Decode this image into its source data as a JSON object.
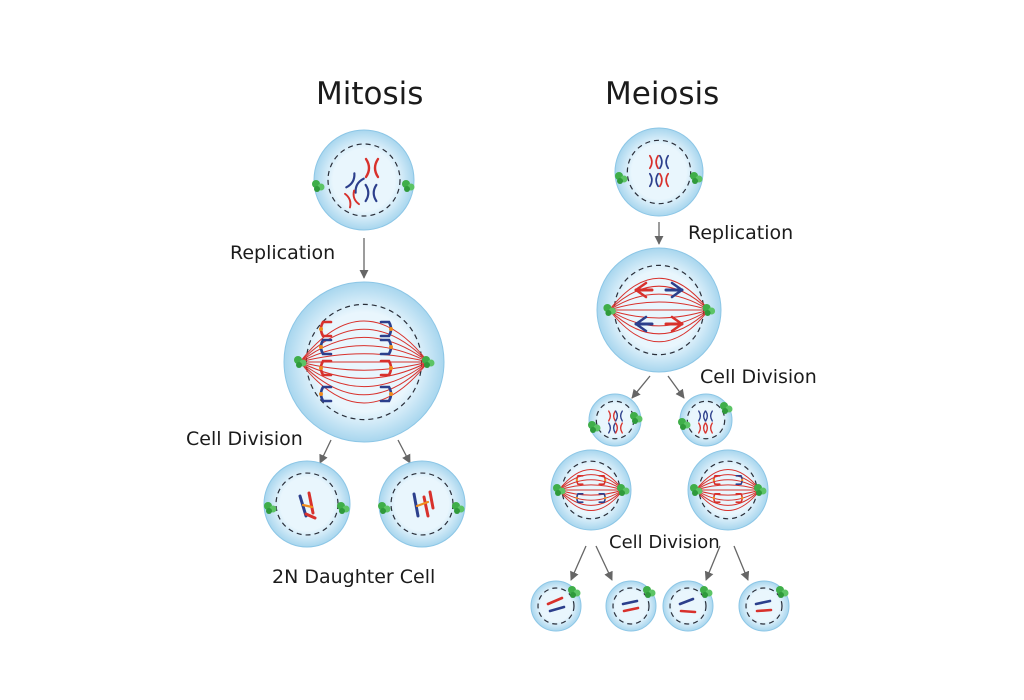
{
  "mitosis": {
    "title": "Mitosis",
    "replication_label": "Replication",
    "division_label": "Cell Division",
    "result_label": "2N Daughter Cell"
  },
  "meiosis": {
    "title": "Meiosis",
    "replication_label": "Replication",
    "division1_label": "Cell Division",
    "division2_label": "Cell Division"
  },
  "colors": {
    "cell_outer": "#a8d6ee",
    "cell_inner": "#e9f6fd",
    "cell_edge": "#8cc6e6",
    "nucleus_dash": "#2a2f3a",
    "spindle": "#d8312c",
    "chromosome_red": "#d8312c",
    "chromosome_blue": "#2c3f8c",
    "centrosome": "#3fae49",
    "kinetochore": "#f08c1e",
    "arrow": "#666666"
  }
}
